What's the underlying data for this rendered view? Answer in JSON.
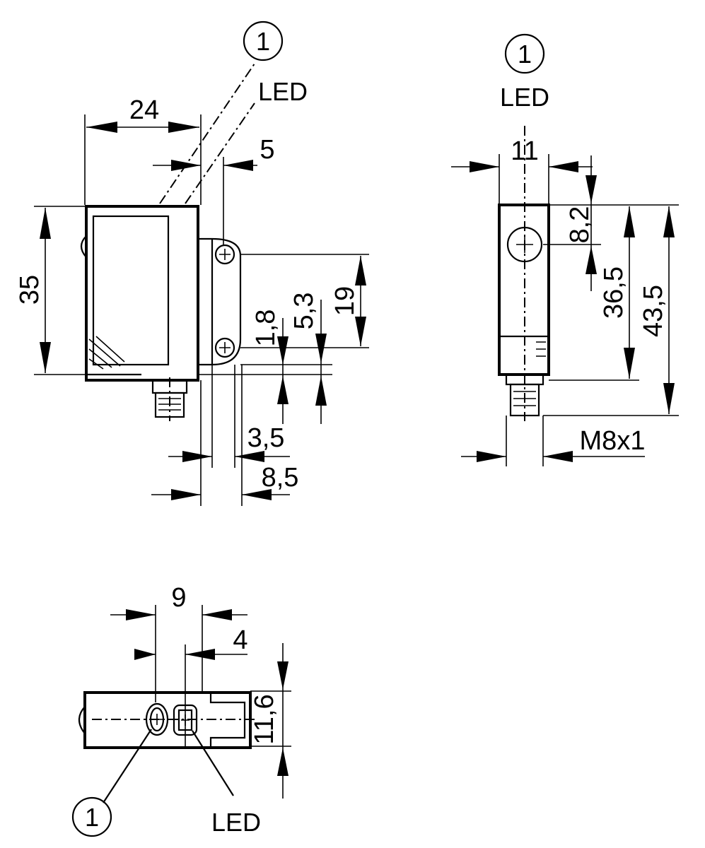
{
  "callouts": {
    "sensor_ref": "1",
    "led": "LED"
  },
  "dimensions": {
    "width_24": "24",
    "offset_5": "5",
    "height_35": "35",
    "hole_spacing_19": "19",
    "d_5_3": "5,3",
    "d_1_8": "1,8",
    "d_3_5": "3,5",
    "d_8_5": "8,5",
    "width_11": "11",
    "d_8_2": "8,2",
    "d_36_5": "36,5",
    "d_43_5": "43,5",
    "thread": "M8x1",
    "d_9": "9",
    "d_4": "4",
    "d_11_6": "11,6"
  }
}
